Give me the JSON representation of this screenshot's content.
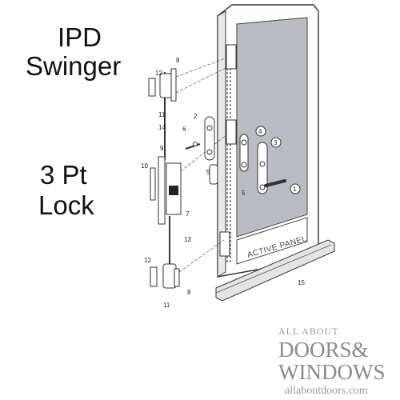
{
  "heading": {
    "line1": "IPD",
    "line2": "Swinger",
    "line3": "3 Pt",
    "line4": "Lock"
  },
  "diagram": {
    "panel_label": "ACTIVE PANEL",
    "callouts": [
      "1",
      "2",
      "3",
      "4",
      "5",
      "5",
      "6",
      "7",
      "8",
      "8",
      "9",
      "10",
      "11",
      "11",
      "12",
      "12",
      "13",
      "14",
      "15"
    ]
  },
  "watermark": {
    "line1": "ALL ABOUT",
    "line2": "DOORS&",
    "line3": "WINDOWS",
    "url": "allaboutdoors.com"
  },
  "colors": {
    "glass": "#b9bcc2",
    "frame": "#ffffff",
    "line": "#333333",
    "watermark": "#8a8a8a"
  }
}
